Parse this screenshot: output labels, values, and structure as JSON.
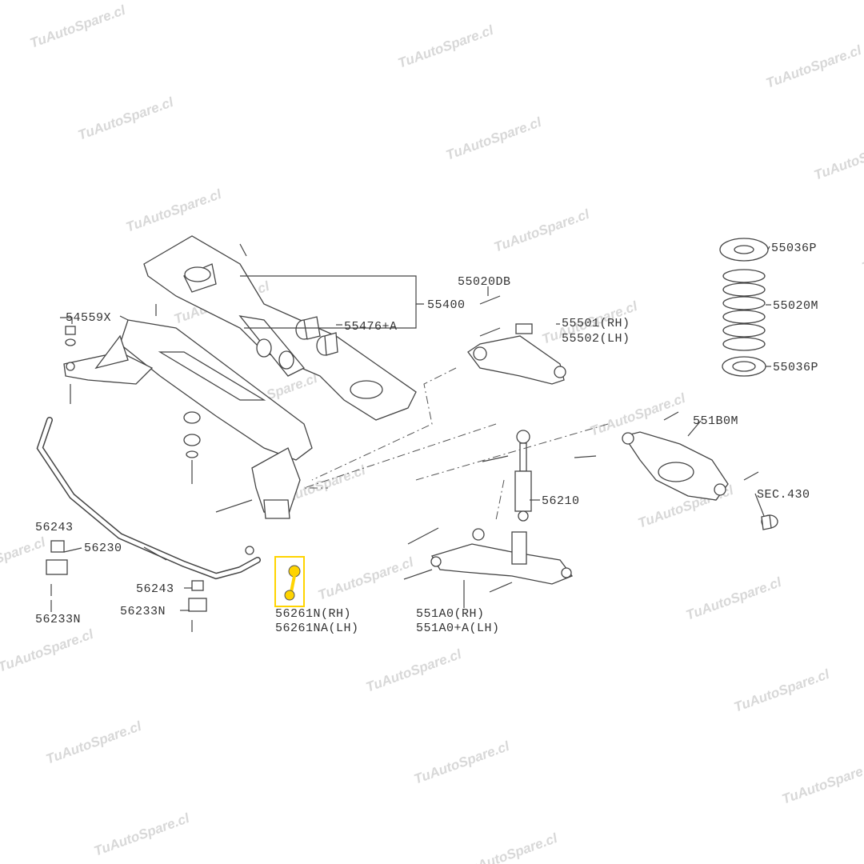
{
  "diagram": {
    "watermark": "TuAutoSpare.cl",
    "highlight_color": "#ffd400",
    "line_color": "#444444",
    "labels": {
      "p55036p_top": "55036P",
      "p55020m": "55020M",
      "p55036p_bottom": "55036P",
      "p55020db": "55020DB",
      "p55400": "55400",
      "p55476a": "55476+A",
      "p55501": "55501(RH)",
      "p55502": "55502(LH)",
      "p54559x": "54559X",
      "p551b0m": "551B0M",
      "sec430": "SEC.430",
      "p56210": "56210",
      "p56243_left": "56243",
      "p56230": "56230",
      "p56243_mid": "56243",
      "p56233n_mid": "56233N",
      "p56233n_left": "56233N",
      "p56261n": "56261N(RH)",
      "p56261na": "56261NA(LH)",
      "p551a0": "551A0(RH)",
      "p551a0a": "551A0+A(LH)"
    }
  }
}
